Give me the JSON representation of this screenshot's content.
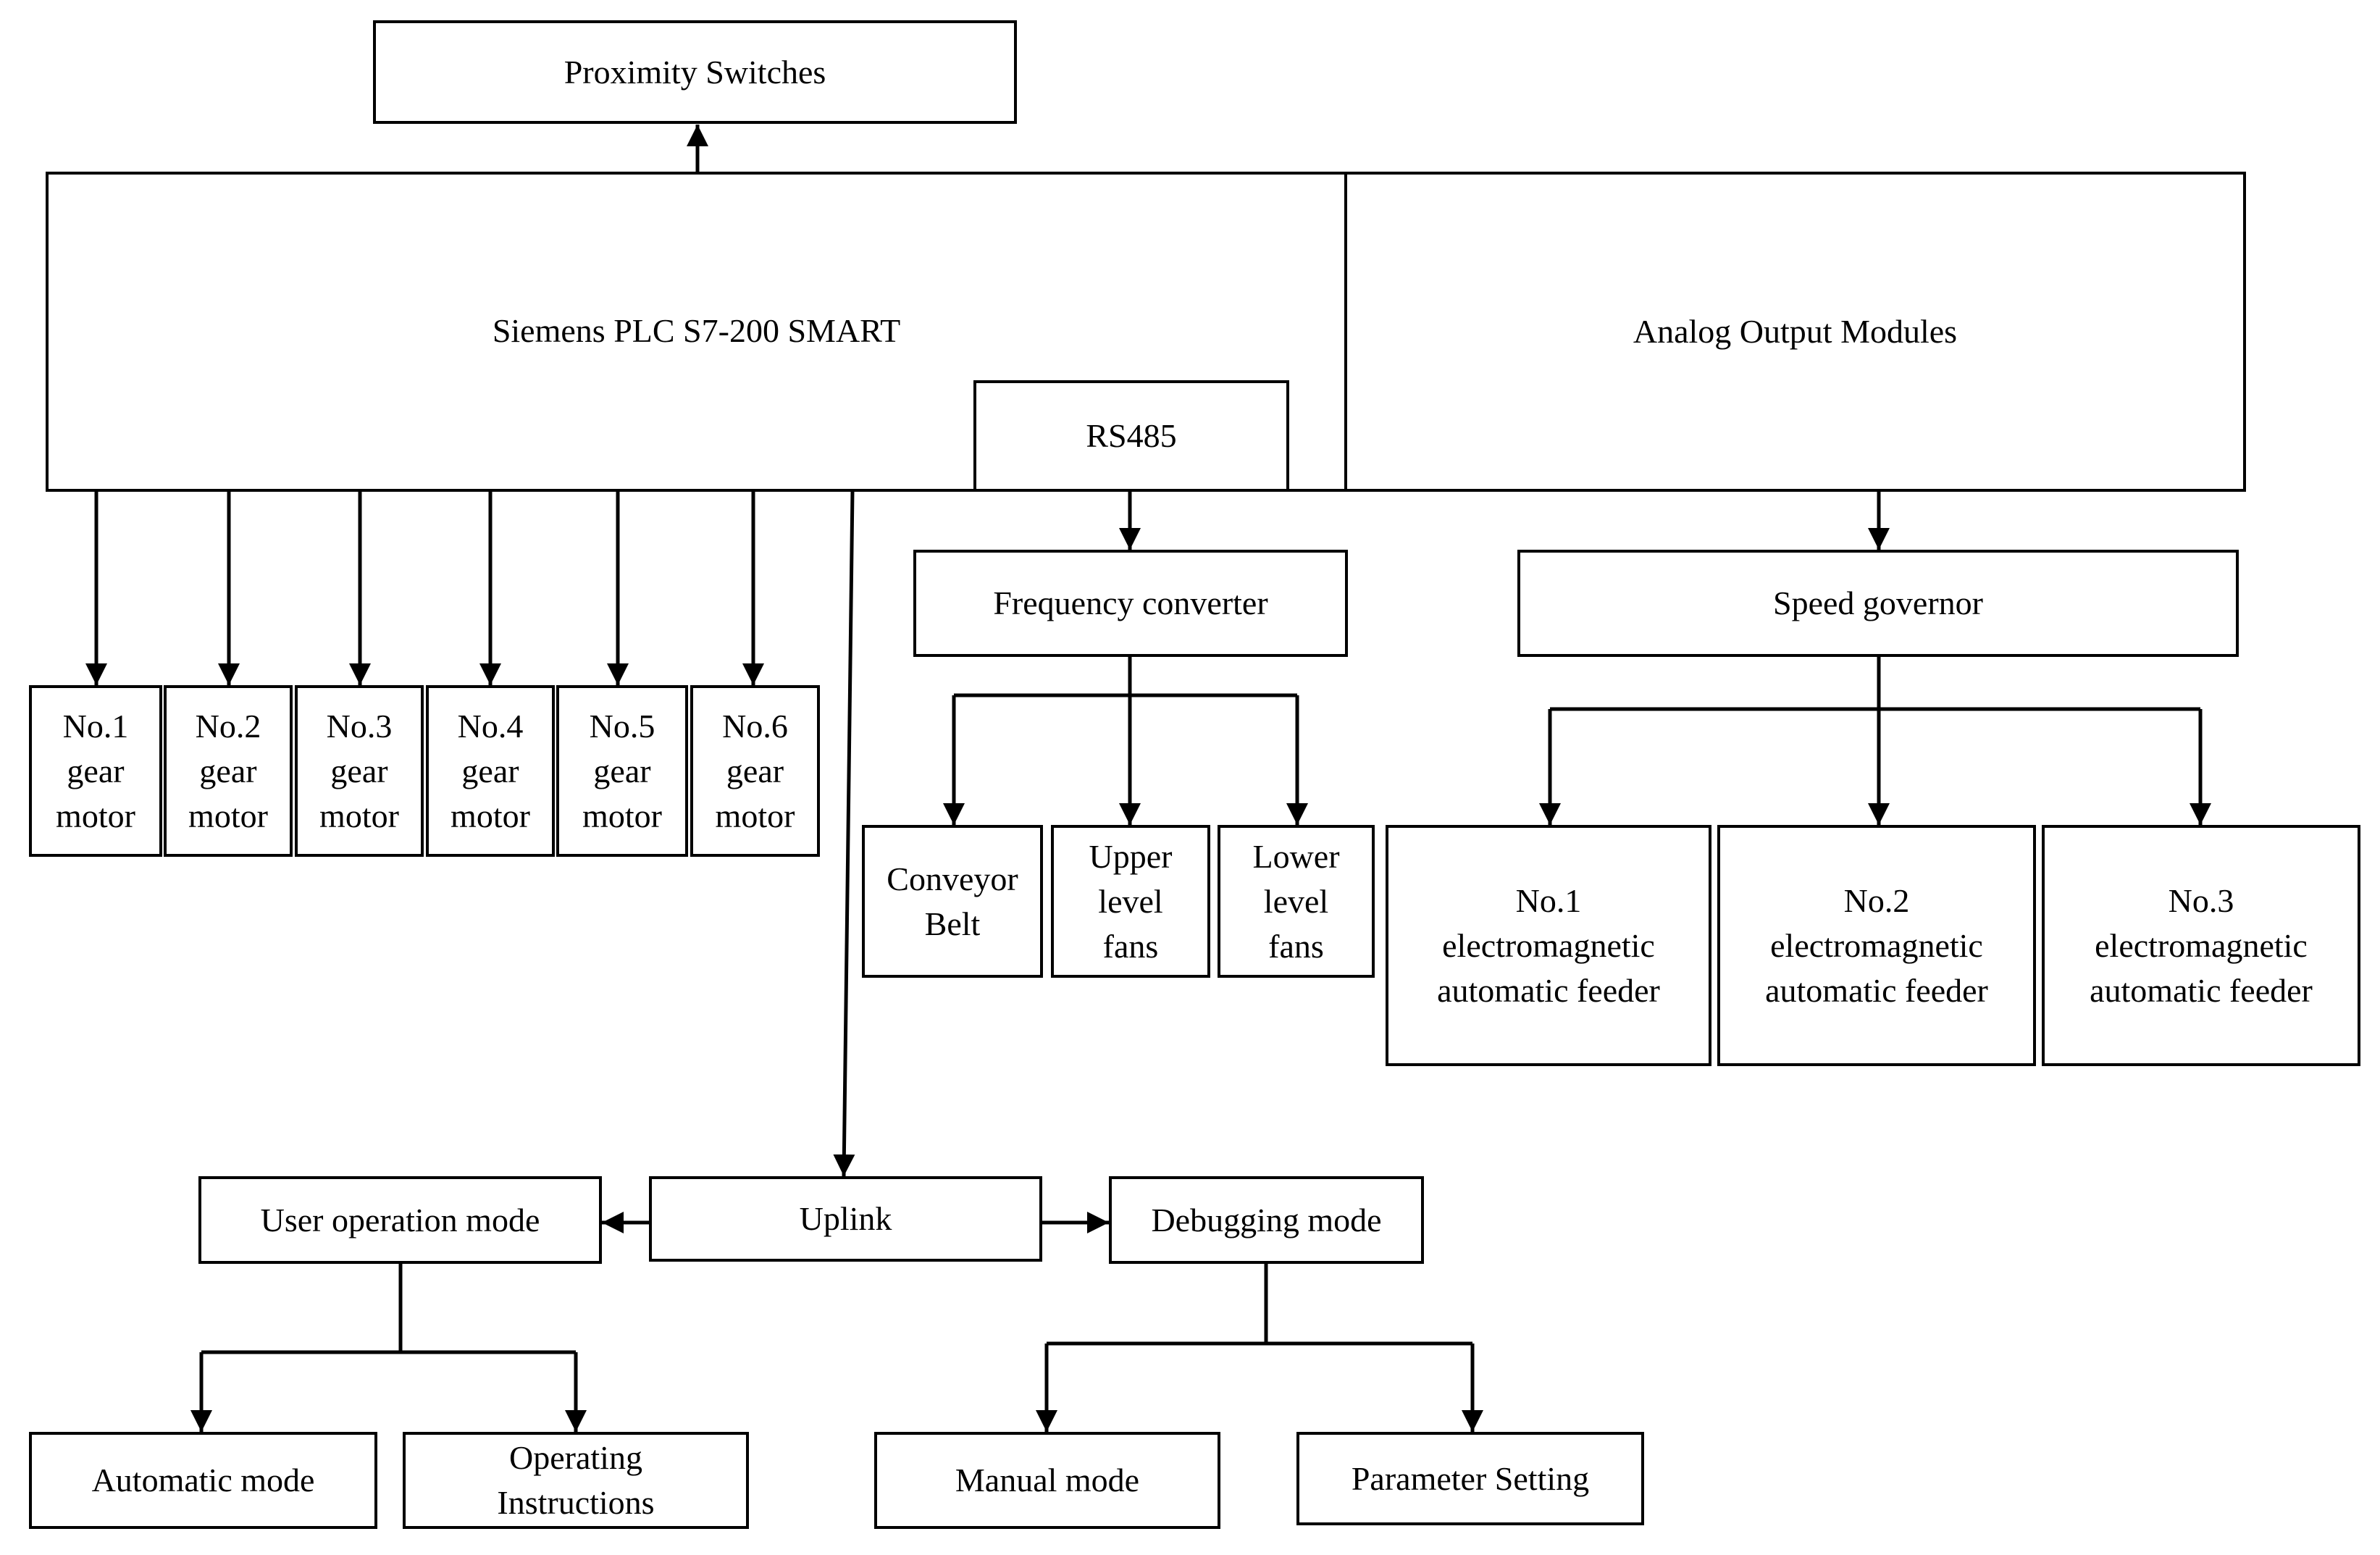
{
  "diagram": {
    "proximity_switches": "Proximity Switches",
    "plc": "Siemens PLC S7-200 SMART",
    "analog_output_modules": "Analog Output Modules",
    "rs485": "RS485",
    "frequency_converter": "Frequency converter",
    "speed_governor": "Speed governor",
    "gear_motors": [
      "No.1\ngear\nmotor",
      "No.2\ngear\nmotor",
      "No.3\ngear\nmotor",
      "No.4\ngear\nmotor",
      "No.5\ngear\nmotor",
      "No.6\ngear\nmotor"
    ],
    "conveyor_belt": "Conveyor\nBelt",
    "upper_level_fans": "Upper\nlevel\nfans",
    "lower_level_fans": "Lower\nlevel\nfans",
    "feeders": [
      "No.1\nelectromagnetic\nautomatic feeder",
      "No.2\nelectromagnetic\nautomatic feeder",
      "No.3\nelectromagnetic\nautomatic feeder"
    ],
    "uplink": "Uplink",
    "user_operation_mode": "User operation mode",
    "debugging_mode": "Debugging mode",
    "automatic_mode": "Automatic mode",
    "operating_instructions": "Operating\nInstructions",
    "manual_mode": "Manual mode",
    "parameter_setting": "Parameter Setting"
  }
}
